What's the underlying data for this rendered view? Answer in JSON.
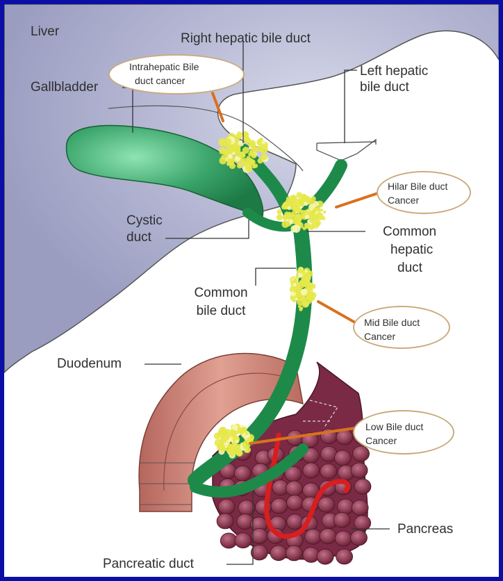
{
  "labels": {
    "liver": "Liver",
    "right_hepatic": "Right hepatic bile duct",
    "left_hepatic_1": "Left hepatic",
    "left_hepatic_2": "bile duct",
    "gallbladder": "Gallbladder",
    "cystic_1": "Cystic",
    "cystic_2": "duct",
    "common_hepatic_1": "Common",
    "common_hepatic_2": "hepatic",
    "common_hepatic_3": "duct",
    "common_bile_1": "Common",
    "common_bile_2": "bile duct",
    "duodenum": "Duodenum",
    "pancreas": "Pancreas",
    "pancreatic_duct": "Pancreatic duct"
  },
  "callouts": {
    "intrahepatic": [
      "Intrahepatic Bile",
      "duct cancer"
    ],
    "hilar": [
      "Hilar Bile duct",
      "Cancer"
    ],
    "mid": [
      "Mid Bile duct",
      "Cancer"
    ],
    "low": [
      "Low Bile duct",
      "Cancer"
    ]
  },
  "colors": {
    "background": "#0b0fa6",
    "liver": "#a6a9c9",
    "duct": "#1e8a4a",
    "tumor": "#e6e84a",
    "duodenum": "#c97f73",
    "pancreas": "#8c3a52",
    "callout_line": "#d9711e"
  }
}
